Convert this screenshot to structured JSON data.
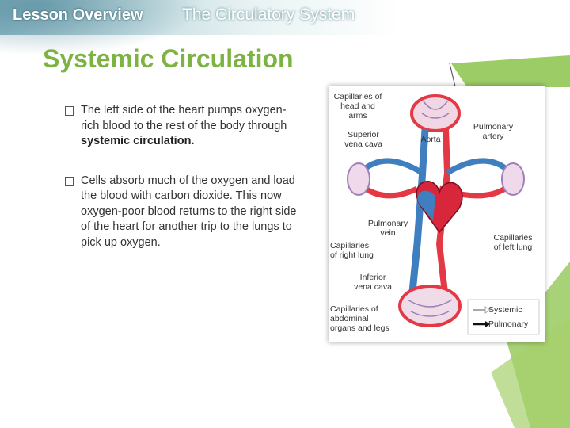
{
  "header": {
    "lesson_label": "Lesson Overview",
    "section_label": "The Circulatory System"
  },
  "title": "Systemic Circulation",
  "bullets": [
    {
      "text_before": "The left side of the heart pumps oxygen-rich blood to the rest of the body through ",
      "emphasis": "systemic circulation."
    },
    {
      "text_before": "Cells absorb much of the oxygen and load the blood with carbon dioxide. This now oxygen-poor blood returns to the right side of the heart for another trip to the lungs to pick up oxygen.",
      "emphasis": ""
    }
  ],
  "diagram": {
    "labels": {
      "cap_head": "Capillaries of\nhead and arms",
      "superior_vc": "Superior\nvena cava",
      "aorta": "Aorta",
      "pulm_artery": "Pulmonary\nartery",
      "pulm_vein": "Pulmonary\nvein",
      "cap_right_lung": "Capillaries\nof right lung",
      "cap_left_lung": "Capillaries\nof left lung",
      "inferior_vc": "Inferior\nvena cava",
      "cap_abdominal": "Capillaries of\nabdominal\norgans and legs"
    },
    "legend": {
      "systemic": "Systemic",
      "pulmonary": "Pulmonary"
    },
    "colors": {
      "oxygen_rich": "#e53845",
      "oxygen_poor": "#3f7fc0",
      "capillary": "#9e7fb8"
    }
  },
  "colors": {
    "title": "#7cb342",
    "accent_green": "#8bc34a"
  }
}
